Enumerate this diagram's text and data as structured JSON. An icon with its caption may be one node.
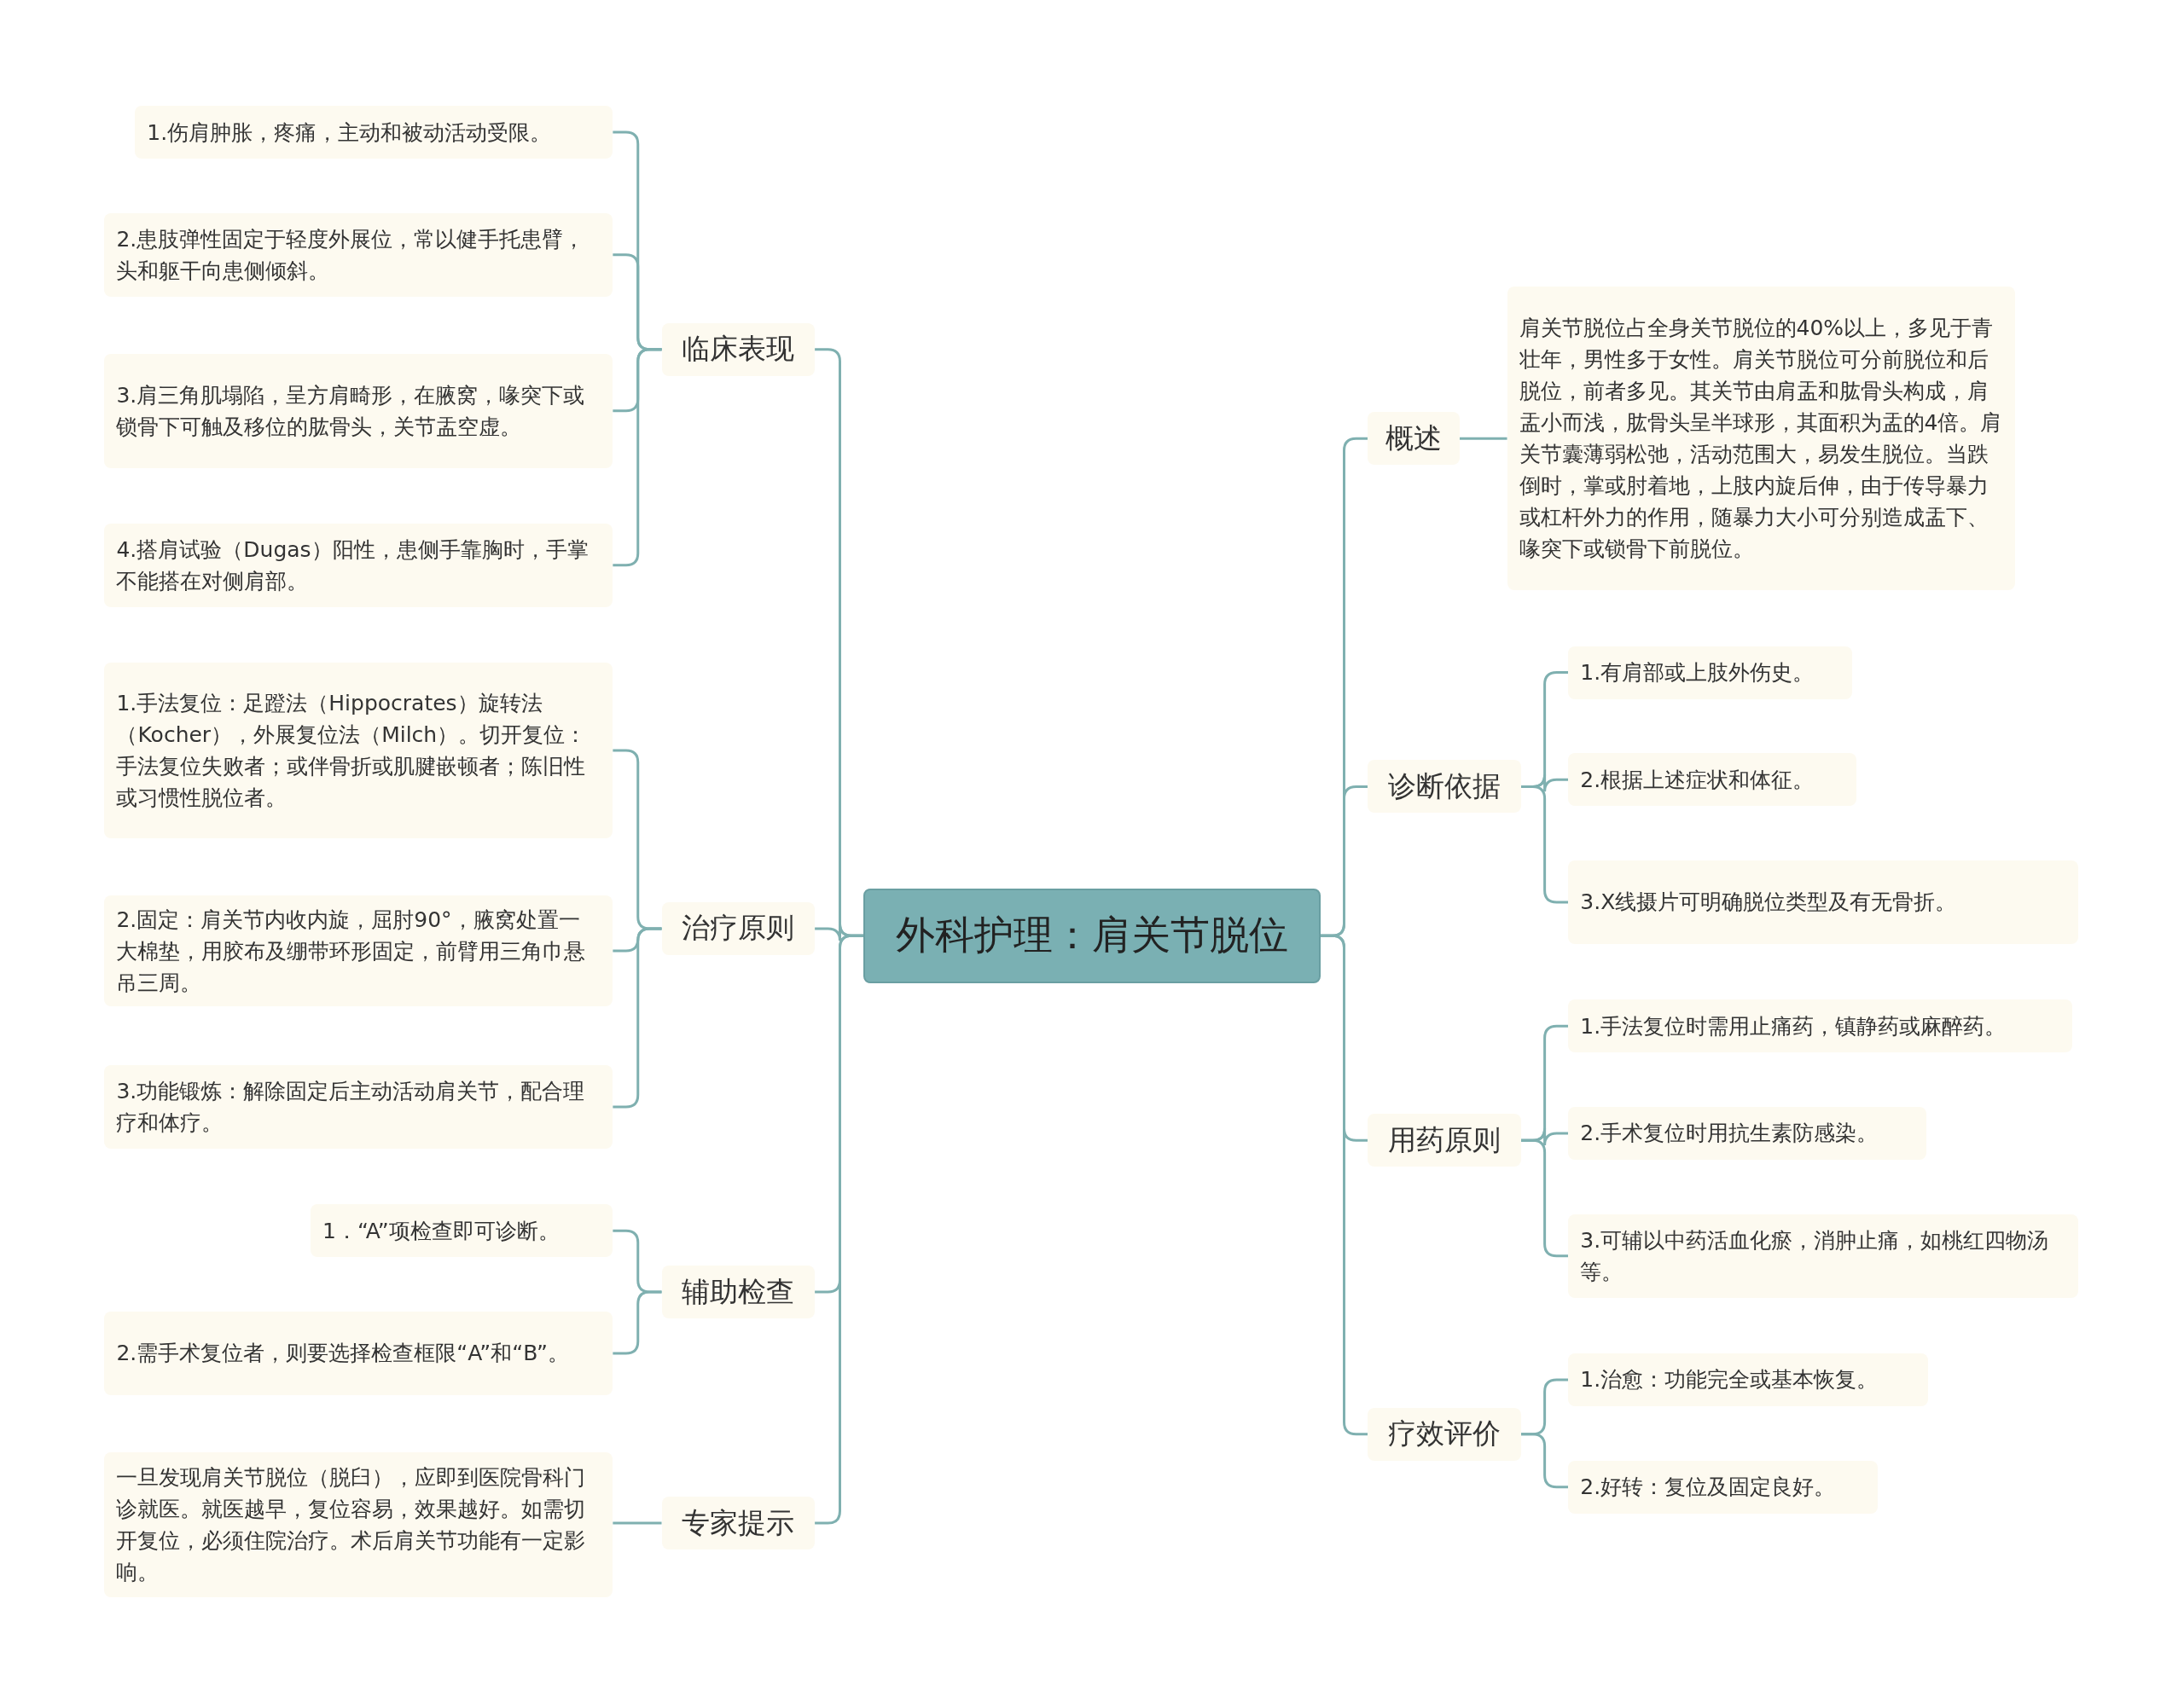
{
  "diagram": {
    "nodes": [
      {
        "text": [
          "外科护理：肩关节脱位"
        ]
      },
      {
        "text": [
          "临床表现"
        ]
      },
      {
        "text": [
          "1.伤肩肿胀，疼痛，主动和被动活动受限。"
        ]
      },
      {
        "text": [
          "2.患肢弹性固定于轻度外展位，常以健手托患臂，头和躯干向患侧倾斜。"
        ]
      },
      {
        "text": [
          "3.肩三角肌塌陷，呈方肩畸形，在腋窝，喙突下或锁骨下可触及移位的肱骨头，关节盂空虚。"
        ]
      },
      {
        "text": [
          "4.搭肩试验（Dugas）阳性，患侧手靠胸时，手掌不能搭在对侧肩部。"
        ]
      },
      {
        "text": [
          "治疗原则"
        ]
      },
      {
        "text": [
          "1.手法复位：足蹬法（Hippocrates）旋转法（Kocher），外展复位法（Milch）。切开复位：手法复位失败者；或伴骨折或肌腱嵌顿者；陈旧性或习惯性脱位者。"
        ]
      },
      {
        "text": [
          "2.固定：肩关节内收内旋，屈肘90°，腋窝处置一大棉垫，用胶布及绷带环形固定，前臂用三角巾悬吊三周。"
        ]
      },
      {
        "text": [
          "3.功能锻炼：解除固定后主动活动肩关节，配合理疗和体疗。"
        ]
      },
      {
        "text": [
          "辅助检查"
        ]
      },
      {
        "text": [
          "1．“A”项检查即可诊断。"
        ]
      },
      {
        "text": [
          "2.需手术复位者，则要选择检查框限“A”和“B”。"
        ]
      },
      {
        "text": [
          "专家提示"
        ]
      },
      {
        "text": [
          "一旦发现肩关节脱位（脱臼），应即到医院骨科门诊就医。就医越早，复位容易，效果越好。如需切开复位，必须住院治疗。术后肩关节功能有一定影响。"
        ]
      },
      {
        "text": [
          "概述"
        ]
      },
      {
        "text": [
          "肩关节脱位占全身关节脱位的40%以上，多见于青壮年，男性多于女性。肩关节脱位可分前脱位和后脱位，前者多见。其关节由肩盂和肱骨头构成，肩盂小而浅，肱骨头呈半球形，其面积为盂的4倍。肩关节囊薄弱松弛，活动范围大，易发生脱位。当跌倒时，掌或肘着地，上肢内旋后伸，由于传导暴力或杠杆外力的作用，随暴力大小可分别造成盂下、喙突下或锁骨下前脱位。"
        ]
      },
      {
        "text": [
          "诊断依据"
        ]
      },
      {
        "text": [
          "1.有肩部或上肢外伤史。"
        ]
      },
      {
        "text": [
          "2.根据上述症状和体征。"
        ]
      },
      {
        "text": [
          "3.X线摄片可明确脱位类型及有无骨折。"
        ]
      },
      {
        "text": [
          "用药原则"
        ]
      },
      {
        "text": [
          "1.手法复位时需用止痛药，镇静药或麻醉药。"
        ]
      },
      {
        "text": [
          "2.手术复位时用抗生素防感染。"
        ]
      },
      {
        "text": [
          "3.可辅以中药活血化瘀，消肿止痛，如桃红四物汤等。"
        ]
      },
      {
        "text": [
          "疗效评价"
        ]
      },
      {
        "text": [
          "1.治愈：功能完全或基本恢复。"
        ]
      },
      {
        "text": [
          "2.好转：复位及固定良好。"
        ]
      }
    ],
    "edges": [
      {
        "from": 0,
        "to": 1,
        "arrow": "none"
      },
      {
        "from": 1,
        "to": 2,
        "arrow": "none"
      },
      {
        "from": 1,
        "to": 3,
        "arrow": "none"
      },
      {
        "from": 1,
        "to": 4,
        "arrow": "none"
      },
      {
        "from": 1,
        "to": 5,
        "arrow": "none"
      },
      {
        "from": 0,
        "to": 6,
        "arrow": "none"
      },
      {
        "from": 6,
        "to": 7,
        "arrow": "none"
      },
      {
        "from": 6,
        "to": 8,
        "arrow": "none"
      },
      {
        "from": 6,
        "to": 9,
        "arrow": "none"
      },
      {
        "from": 0,
        "to": 10,
        "arrow": "none"
      },
      {
        "from": 10,
        "to": 11,
        "arrow": "none"
      },
      {
        "from": 10,
        "to": 12,
        "arrow": "none"
      },
      {
        "from": 0,
        "to": 13,
        "arrow": "none"
      },
      {
        "from": 13,
        "to": 14,
        "arrow": "none"
      },
      {
        "from": 0,
        "to": 15,
        "arrow": "none"
      },
      {
        "from": 15,
        "to": 16,
        "arrow": "none"
      },
      {
        "from": 0,
        "to": 17,
        "arrow": "none"
      },
      {
        "from": 17,
        "to": 18,
        "arrow": "none"
      },
      {
        "from": 17,
        "to": 19,
        "arrow": "none"
      },
      {
        "from": 17,
        "to": 20,
        "arrow": "none"
      },
      {
        "from": 0,
        "to": 21,
        "arrow": "none"
      },
      {
        "from": 21,
        "to": 22,
        "arrow": "none"
      },
      {
        "from": 21,
        "to": 23,
        "arrow": "none"
      },
      {
        "from": 21,
        "to": 24,
        "arrow": "none"
      },
      {
        "from": 0,
        "to": 25,
        "arrow": "none"
      },
      {
        "from": 25,
        "to": 26,
        "arrow": "none"
      },
      {
        "from": 25,
        "to": 27,
        "arrow": "none"
      }
    ]
  }
}
